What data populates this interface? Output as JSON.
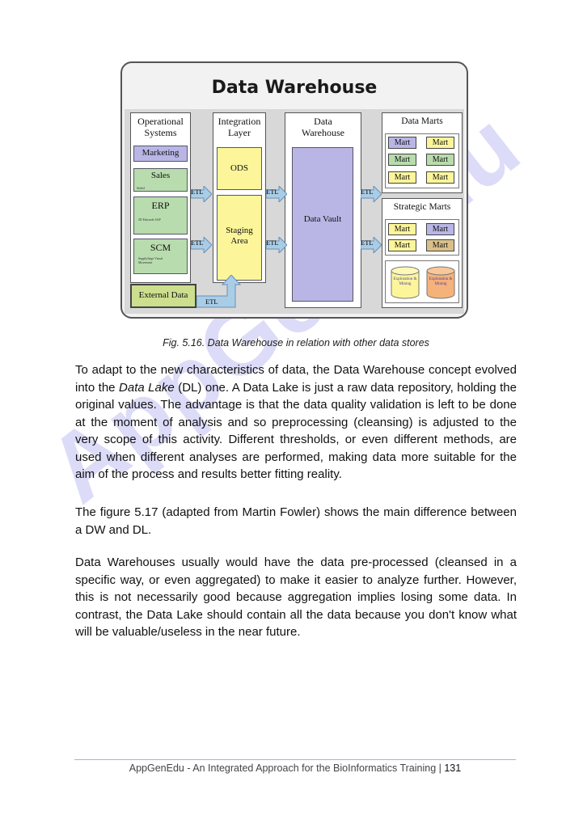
{
  "watermark": "AppGenEdu",
  "figure": {
    "title": "Data Warehouse",
    "col_operational": "Operational Systems",
    "col_integration": "Integration Layer",
    "col_warehouse": "Data Warehouse",
    "marketing": "Marketing",
    "sales": "Sales",
    "sales_sub": "Siebel",
    "erp": "ERP",
    "erp_sub": "JD Edwards SAP",
    "scm": "SCM",
    "scm_sub": "SupplySage Visual Movement",
    "external": "External Data",
    "ods": "ODS",
    "staging": "Staging Area",
    "vault": "Data Vault",
    "etl": "ETL",
    "data_marts": "Data Marts",
    "strategic_marts": "Strategic Marts",
    "mart": "Mart",
    "exploration": "Exploration & Mining",
    "colors": {
      "green": "#b8dcae",
      "yellow": "#fcf59a",
      "lavender": "#b9b6e6",
      "arrow": "#a9cde6"
    }
  },
  "caption": "Fig. 5.16. Data Warehouse in relation with other data stores",
  "paragraphs": {
    "p1_a": "To adapt to the new characteristics of data, the Data Warehouse concept evolved into the ",
    "p1_em": "Data Lake",
    "p1_b": " (DL) one. A Data Lake is just a raw data repository, holding the original values. The advantage is that the data quality validation is left to be done at the moment of analysis and so preprocessing (cleansing) is adjusted to the very scope of this activity. Different thresholds, or even different methods, are used when different analyses are performed, making data more suitable for the aim of the process and results better fitting reality.",
    "p2": "The figure 5.17 (adapted from Martin Fowler) shows the main difference between a DW and DL.",
    "p3": "Data Warehouses usually would have the data pre-processed (cleansed in a specific way, or even aggregated) to make it easier to analyze further. However, this is not necessarily good because aggregation implies losing some data. In contrast, the Data Lake should contain all the data because you don't know what will be valuable/useless in the near future."
  },
  "footer": {
    "text": "AppGenEdu - An Integrated Approach for the BioInformatics Training | ",
    "page": "131"
  }
}
